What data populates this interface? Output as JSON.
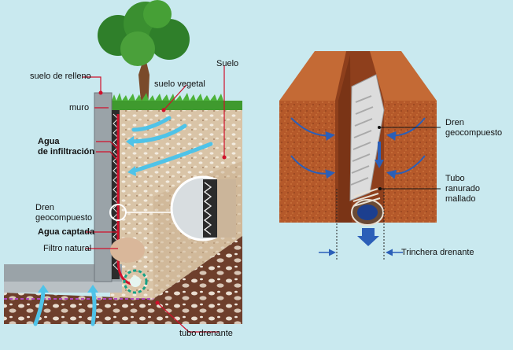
{
  "left_diagram": {
    "labels": {
      "suelo_relleno": "suelo de relleno",
      "suelo_vegetal": "suelo vegetal",
      "suelo": "Suelo",
      "muro": "muro",
      "agua_infiltracion": "Agua\nde infiltración",
      "dren_geocompuesto": "Dren\ngeocompuesto",
      "agua_captada": "Agua captada",
      "filtro_natural": "Filtro natural",
      "tubo_drenante": "tubo drenante"
    }
  },
  "right_diagram": {
    "labels": {
      "dren_geocompuesto": "Dren\ngeocompuesto",
      "tubo_ranurado": "Tubo\nranurado\nmallado",
      "trinchera": "Trinchera drenante"
    }
  },
  "colors": {
    "background": "#c9e9ef",
    "water_arrow": "#4fc3e8",
    "pointer_line": "#d0102b",
    "soil_brown": "#b5592a",
    "grass": "#3f9a2e",
    "wall": "#9aa3a8"
  }
}
